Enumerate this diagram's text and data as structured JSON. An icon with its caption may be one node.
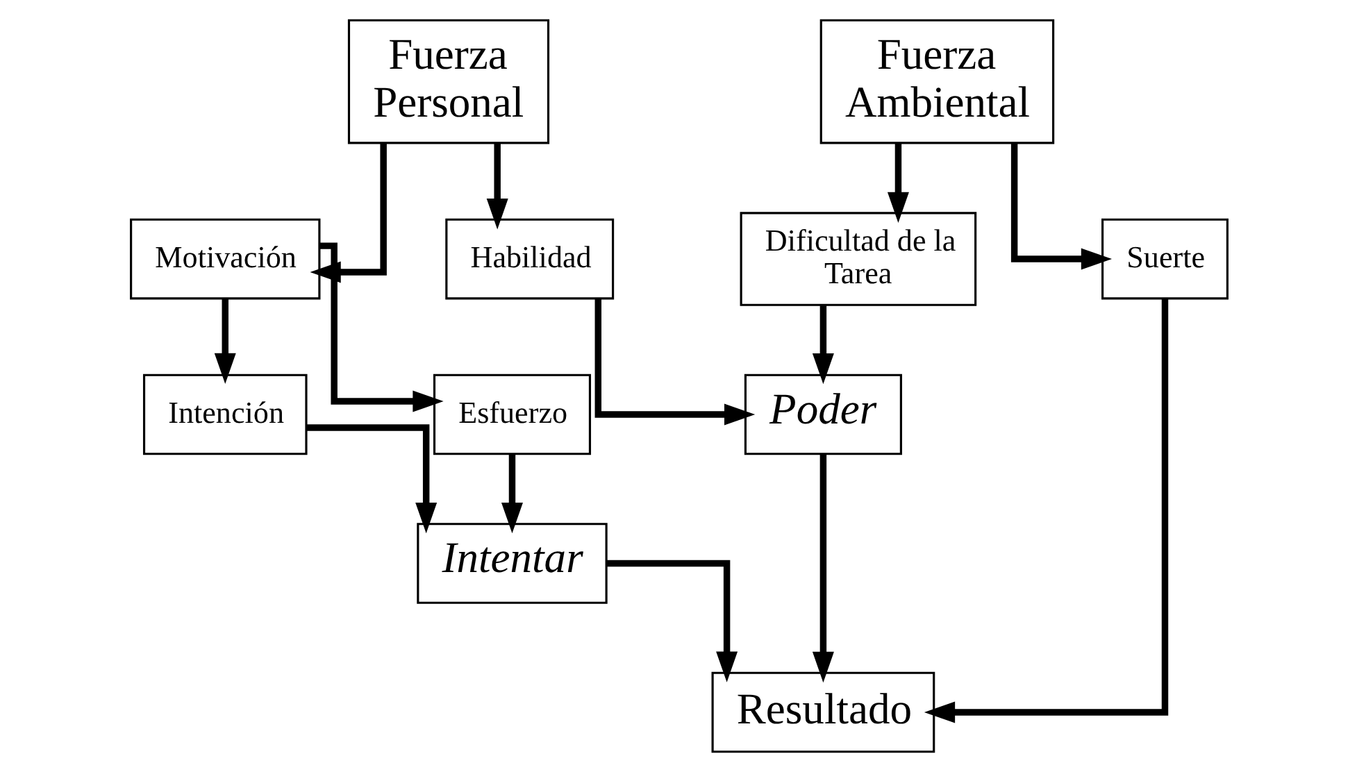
{
  "diagram": {
    "nodes": [
      {
        "text": [
          "Fuerza Personal"
        ]
      },
      {
        "text": [
          "Fuerza Ambiental"
        ]
      },
      {
        "text": [
          "Motivación"
        ]
      },
      {
        "text": [
          "Habilidad"
        ]
      },
      {
        "text": [
          "Dificultad de la Tarea"
        ]
      },
      {
        "text": [
          "Suerte"
        ]
      },
      {
        "text": [
          "Intención"
        ]
      },
      {
        "text": [
          "Esfuerzo"
        ]
      },
      {
        "text": [
          "Intentar"
        ]
      },
      {
        "text": [
          "Poder"
        ]
      },
      {
        "text": [
          "Resultado"
        ]
      }
    ],
    "edges": [
      {
        "from": 0,
        "to": 2,
        "arrow": "to"
      },
      {
        "from": 0,
        "to": 3,
        "arrow": "to"
      },
      {
        "from": 1,
        "to": 4,
        "arrow": "to"
      },
      {
        "from": 1,
        "to": 5,
        "arrow": "to"
      },
      {
        "from": 2,
        "to": 6,
        "arrow": "to"
      },
      {
        "from": 2,
        "to": 7,
        "arrow": "to"
      },
      {
        "from": 3,
        "to": 9,
        "arrow": "to"
      },
      {
        "from": 4,
        "to": 9,
        "arrow": "to"
      },
      {
        "from": 6,
        "to": 8,
        "arrow": "to"
      },
      {
        "from": 7,
        "to": 8,
        "arrow": "to"
      },
      {
        "from": 8,
        "to": 10,
        "arrow": "to"
      },
      {
        "from": 9,
        "to": 10,
        "arrow": "to"
      },
      {
        "from": 5,
        "to": 10,
        "arrow": "to"
      }
    ]
  }
}
